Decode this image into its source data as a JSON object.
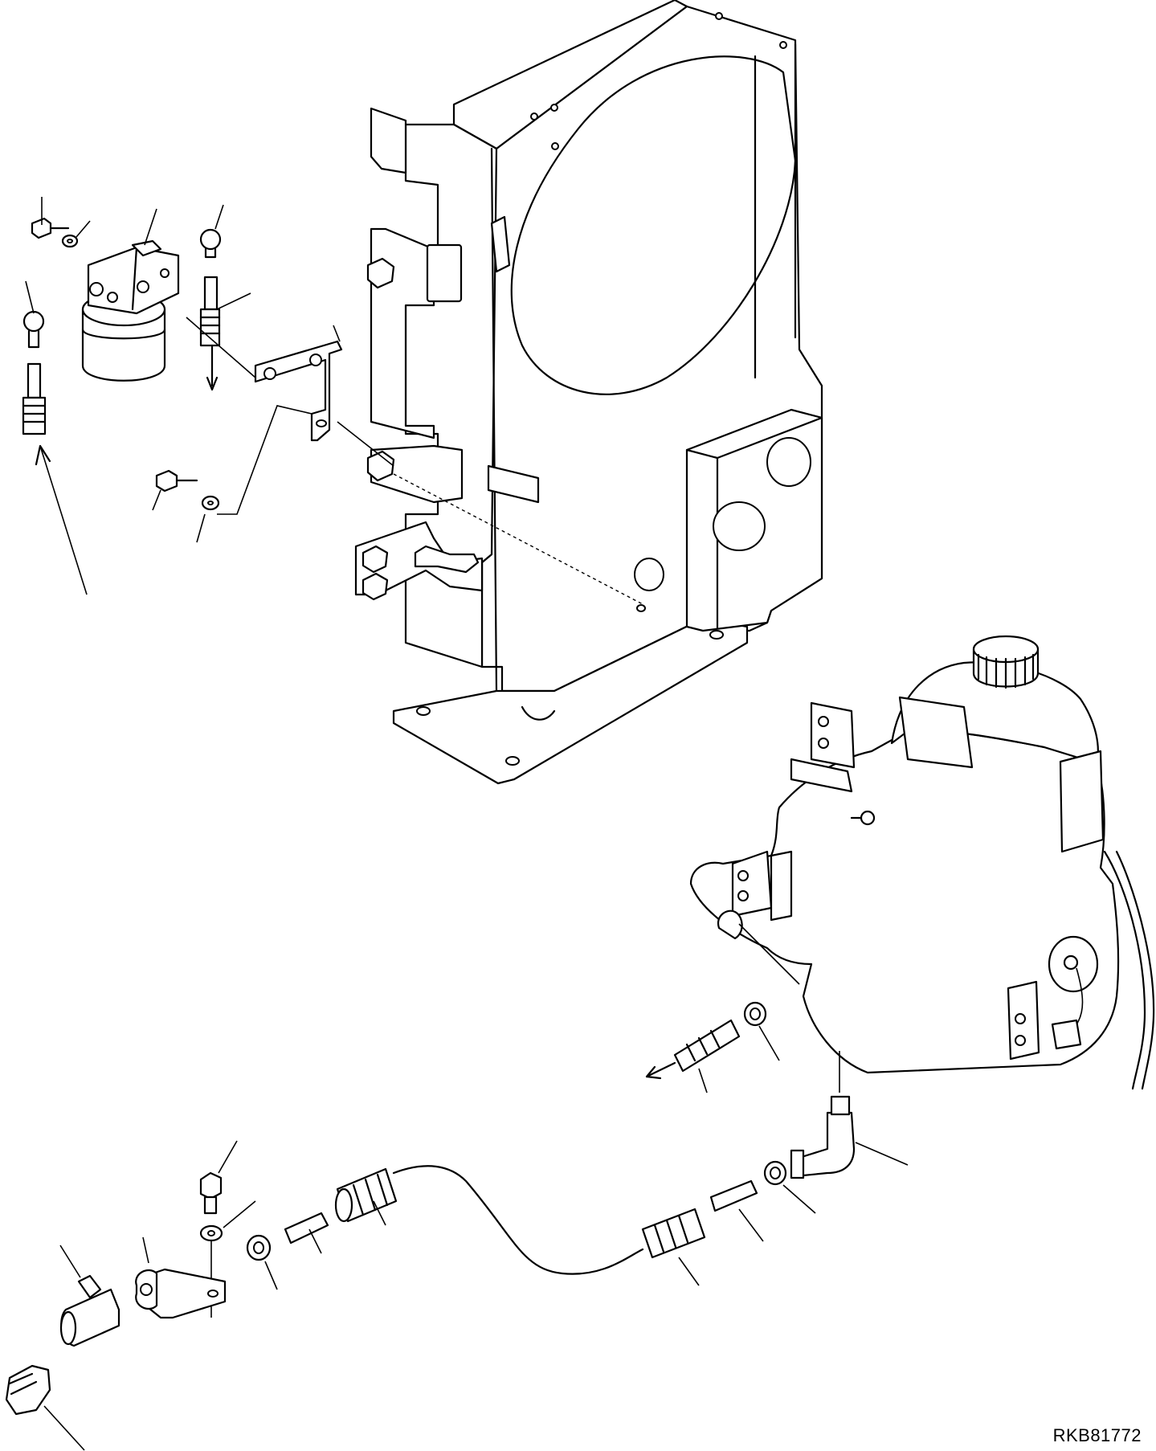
{
  "drawing": {
    "code": "RKB81772"
  },
  "parts": [
    {
      "name": "radiator-shroud-frame"
    },
    {
      "name": "reservoir-tank"
    },
    {
      "name": "filter-assembly"
    },
    {
      "name": "hose-line"
    }
  ]
}
